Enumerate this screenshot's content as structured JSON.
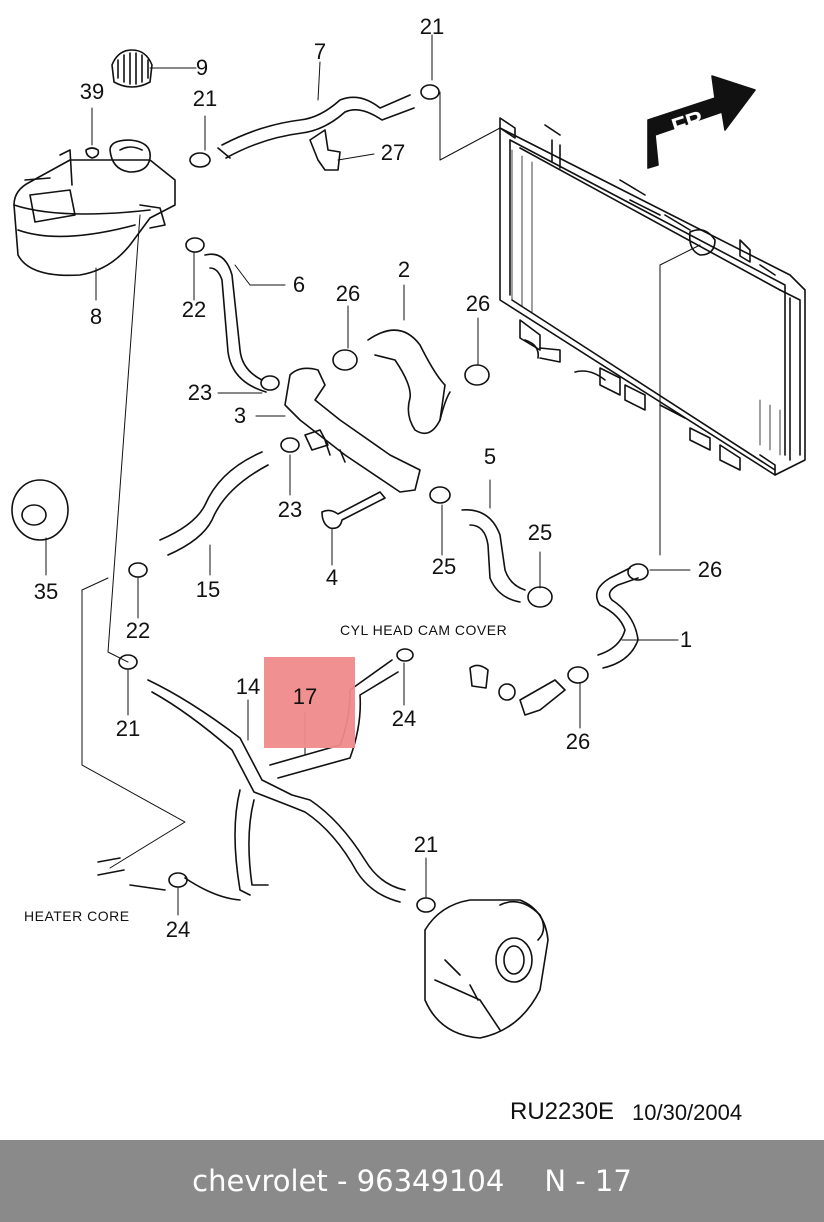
{
  "diagram": {
    "direction_marker": "FR",
    "part_numbers": {
      "p1": "1",
      "p2": "2",
      "p3": "3",
      "p4": "4",
      "p5": "5",
      "p6": "6",
      "p7": "7",
      "p8": "8",
      "p9": "9",
      "p14": "14",
      "p15": "15",
      "p17": "17",
      "p21a": "21",
      "p21b": "21",
      "p21c": "21",
      "p21d": "21",
      "p22a": "22",
      "p22b": "22",
      "p23a": "23",
      "p23b": "23",
      "p24a": "24",
      "p24b": "24",
      "p25a": "25",
      "p25b": "25",
      "p26a": "26",
      "p26b": "26",
      "p26c": "26",
      "p26d": "26",
      "p27": "27",
      "p35": "35",
      "p39": "39"
    },
    "notes": {
      "cyl_head": "CYL HEAD CAM COVER",
      "heater_core": "HEATER  CORE"
    },
    "reference": {
      "code": "RU2230E",
      "date": "10/30/2004"
    },
    "highlight_color": "#f08a8a"
  },
  "footer": {
    "part_text": "chevrolet - 96349104",
    "position_text": "N - 17",
    "bg_color": "#8a8a8a"
  }
}
